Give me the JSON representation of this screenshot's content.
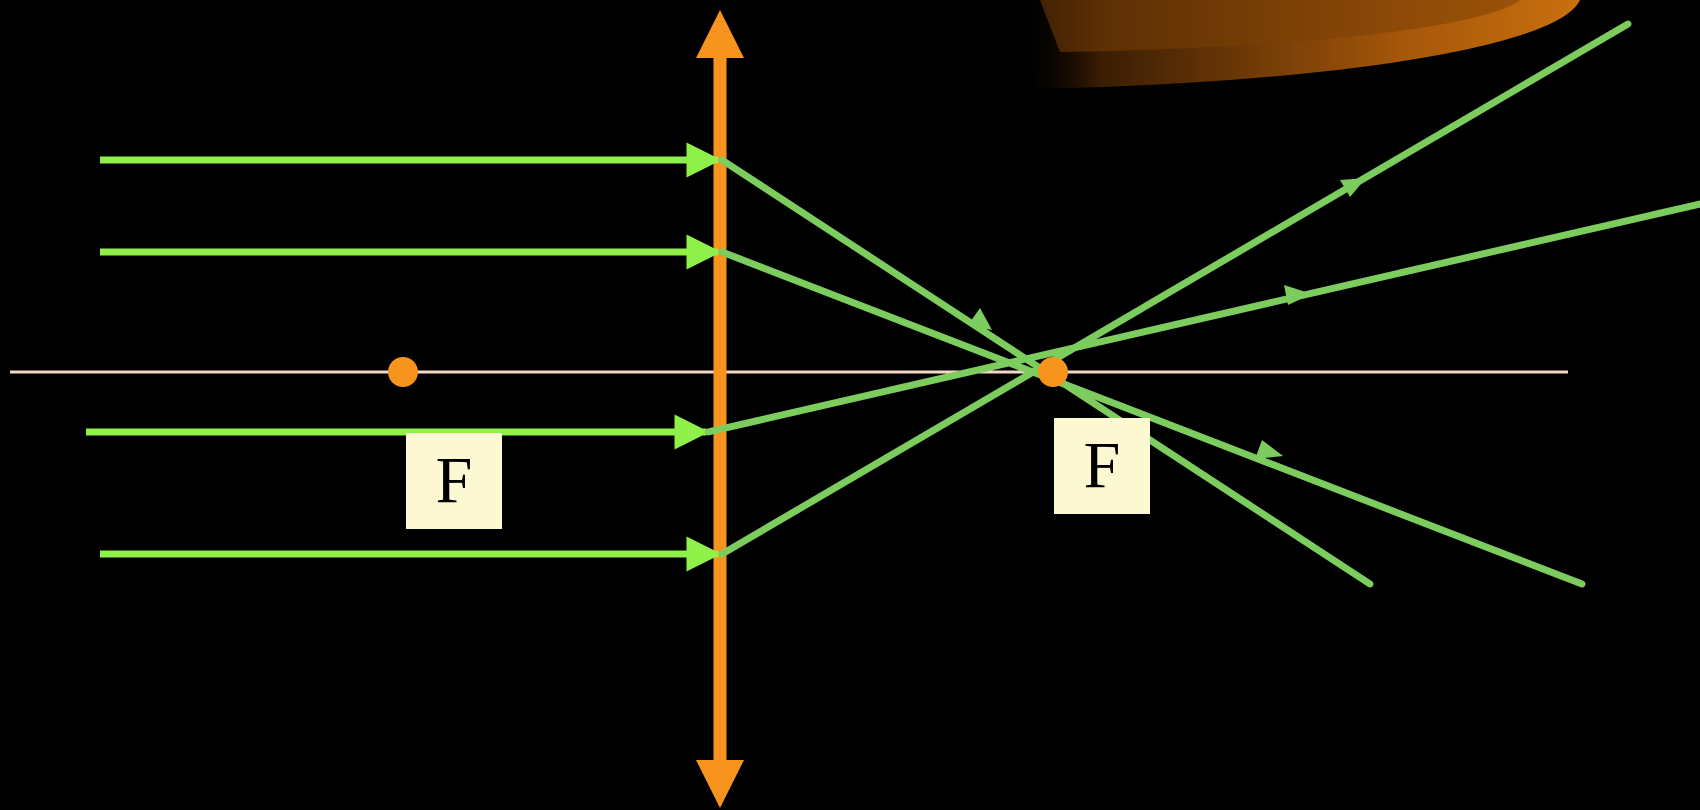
{
  "diagram": {
    "focus_left_label": "F",
    "focus_right_label": "F",
    "colors": {
      "background": "#000000",
      "lens": "#f7941d",
      "ray": "#7dcc5e",
      "incident_ray": "#8ff04a",
      "optical_axis": "#f6d8c8",
      "focus_point": "#f7941d",
      "label_bg": "#fbf8d2",
      "corner_glow": "#b8650a"
    },
    "icons": {
      "lens": "converging-lens-double-arrow",
      "focus_point": "dot"
    }
  }
}
